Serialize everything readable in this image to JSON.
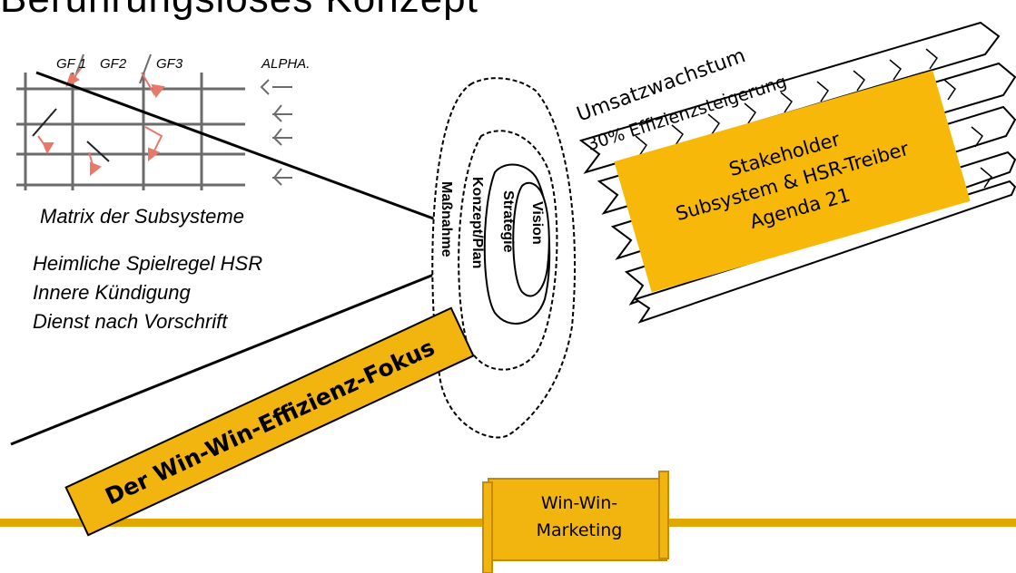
{
  "title": "Berührungsloses Konzept",
  "matrix": {
    "labels": [
      "GF 1",
      "GF2",
      "GF3",
      "ALPHA."
    ],
    "caption": "Matrix der Subsysteme"
  },
  "hidden_rules": [
    "Heimliche Spielregel HSR",
    "Innere Kündigung",
    "Dienst nach Vorschrift"
  ],
  "focus_banner": "Der Win-Win-Effizienz-Fokus",
  "onion_rings": [
    "Vision",
    "Strategie",
    "Konzept/Plan",
    "Maßnahme"
  ],
  "growth_text": [
    "Umsatzwachstum",
    "30% Effizienzsteigerung"
  ],
  "stakeholder_box": [
    "Stakeholder",
    "Subsystem & HSR-Treiber",
    "Agenda 21"
  ],
  "footer_scroll": [
    "Win-Win-",
    "Marketing"
  ],
  "colors": {
    "accent": "#f2b50f",
    "footer_line": "#e0a800",
    "matrix_grid": "#6b6b6b",
    "matrix_arrows": "#e8786a"
  }
}
